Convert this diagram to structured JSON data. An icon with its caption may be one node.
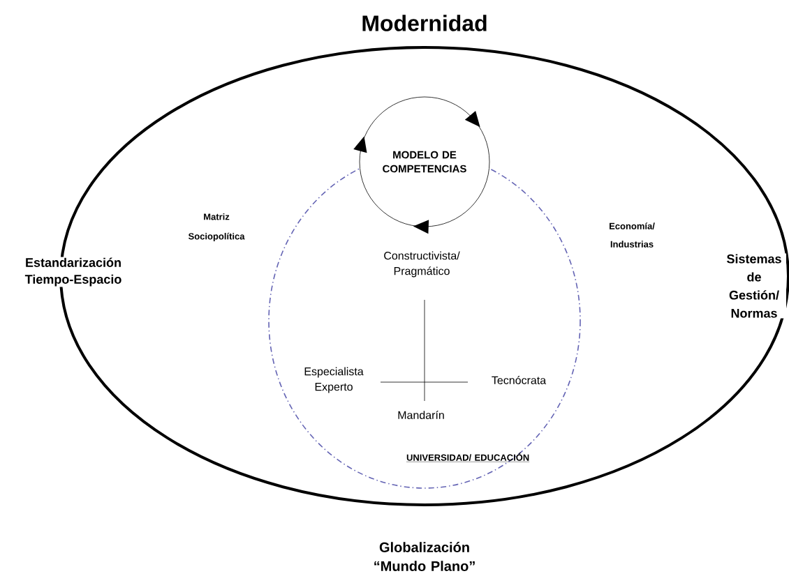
{
  "diagram": {
    "title": "Modernidad",
    "nodes": [
      {
        "text": [
          "MODELO DE COMPETENCIAS"
        ]
      }
    ],
    "labels": [
      "Estandarización Tiempo-Espacio",
      "Sistemas de Gestión/ Normas",
      "Matriz Sociopolítica",
      "Economía/ Industrias",
      "Constructivista/ Pragmático",
      "Especialista Experto",
      "Tecnócrata",
      "Mandarín",
      "UNIVERSIDAD/ EDUCACIÓN",
      "Globalización “Mundo Plano”"
    ]
  }
}
